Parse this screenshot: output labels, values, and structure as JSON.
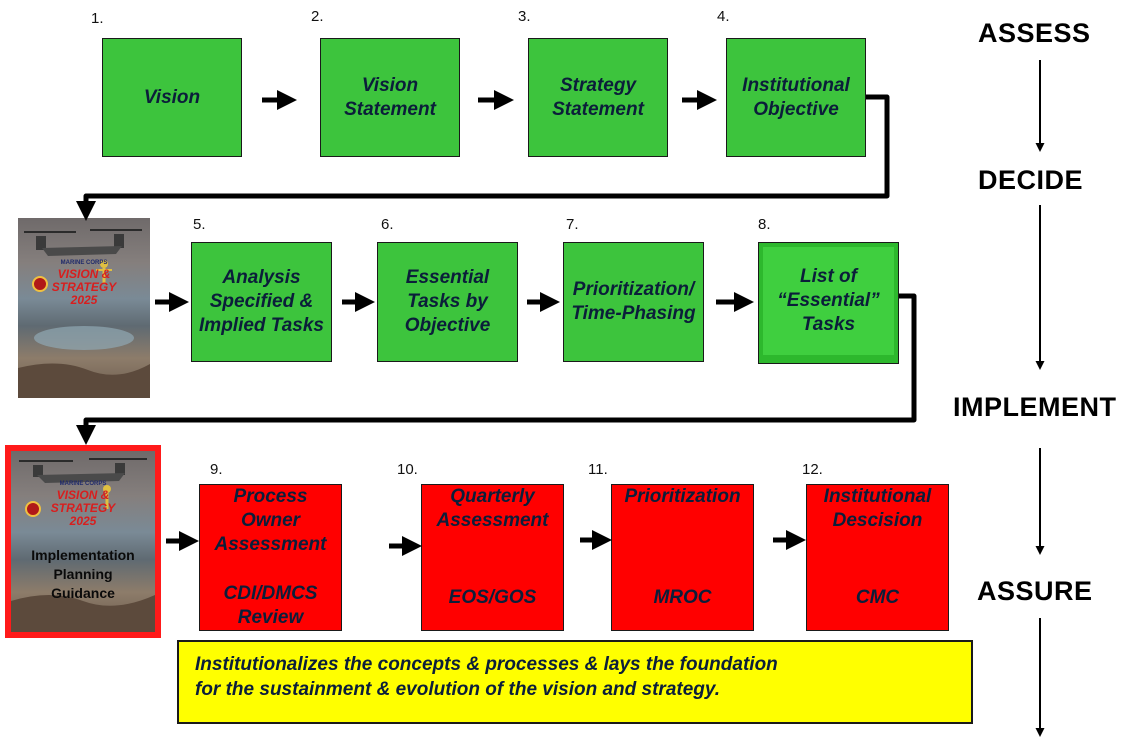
{
  "phases": {
    "assess": "ASSESS",
    "decide": "DECIDE",
    "implement": "IMPLEMENT",
    "assure": "ASSURE"
  },
  "row1": [
    {
      "num": "1.",
      "lines": [
        "Vision"
      ]
    },
    {
      "num": "2.",
      "lines": [
        "Vision",
        "Statement"
      ]
    },
    {
      "num": "3.",
      "lines": [
        "Strategy",
        "Statement"
      ]
    },
    {
      "num": "4.",
      "lines": [
        "Institutional",
        "Objective"
      ]
    }
  ],
  "row2": [
    {
      "num": "5.",
      "lines": [
        "Analysis",
        "Specified &",
        "Implied Tasks"
      ]
    },
    {
      "num": "6.",
      "lines": [
        "Essential",
        "Tasks by",
        "Objective"
      ]
    },
    {
      "num": "7.",
      "lines": [
        "Prioritization/",
        "Time-Phasing"
      ]
    },
    {
      "num": "8.",
      "lines": [
        "List of",
        "“Essential”",
        "Tasks"
      ]
    }
  ],
  "row3": [
    {
      "num": "9.",
      "top": [
        "Process",
        "Owner",
        "Assessment"
      ],
      "bottom": [
        "CDI/DMCS",
        "Review"
      ]
    },
    {
      "num": "10.",
      "top": [
        "Quarterly",
        "Assessment"
      ],
      "bottom": [
        "EOS/GOS"
      ]
    },
    {
      "num": "11.",
      "top": [
        "Prioritization"
      ],
      "bottom": [
        "MROC"
      ]
    },
    {
      "num": "12.",
      "top": [
        "Institutional",
        "Descision"
      ],
      "bottom": [
        "CMC"
      ]
    }
  ],
  "posters": {
    "top": {
      "title_line1": "VISION &",
      "title_line2": "STRATEGY",
      "year": "2025"
    },
    "bottom": {
      "title_line1": "VISION &",
      "title_line2": "STRATEGY",
      "year": "2025",
      "guidance": [
        "Implementation",
        "Planning",
        "Guidance"
      ]
    }
  },
  "banner": {
    "line1": "Institutionalizes the concepts & processes & lays the foundation",
    "line2": "for the sustainment & evolution of the vision and strategy."
  },
  "colors": {
    "green": "#3dc43d",
    "red": "#ff0000",
    "yellow": "#ffff00",
    "text_navy": "#0b1e3a"
  }
}
